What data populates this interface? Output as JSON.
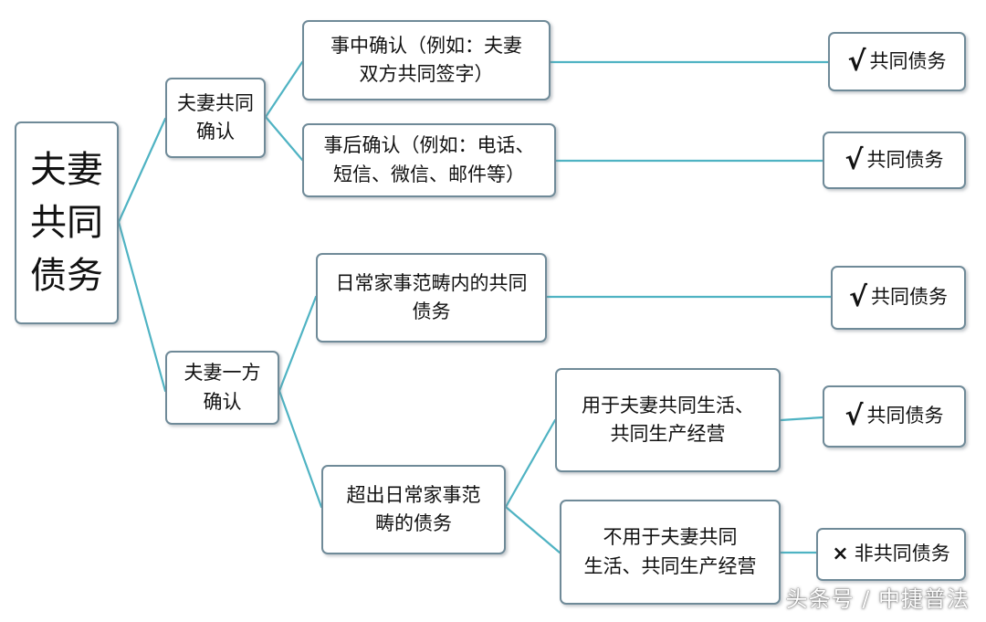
{
  "root": "夫妻\n共同\n债务",
  "branches": {
    "both": "夫妻共同\n确认",
    "one": "夫妻一方\n确认"
  },
  "items": {
    "during": "事中确认（例如：夫妻\n双方共同签字）",
    "after": "事后确认（例如：电话、\n短信、微信、邮件等）",
    "daily": "日常家事范畴内的共同\n债务",
    "beyond": "超出日常家事范\n畴的债务",
    "used": "用于夫妻共同生活、\n共同生产经营",
    "not_used": "不用于夫妻共同\n生活、共同生产经营"
  },
  "results": {
    "joint_mark": "√",
    "joint_label": "共同债务",
    "non_joint_mark": "×",
    "non_joint_label": "非共同债务"
  },
  "watermark": "头条号 / 中捷普法",
  "colors": {
    "connector": "#4fb3c3",
    "border": "#6f8a98"
  }
}
